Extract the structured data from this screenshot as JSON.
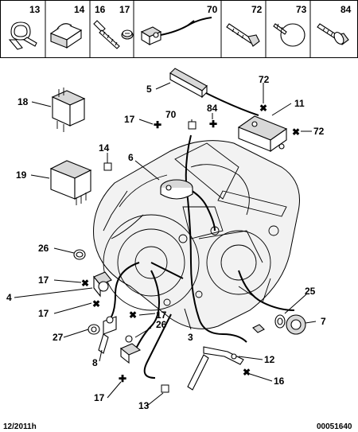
{
  "header_parts": [
    {
      "ref": "13",
      "icon": "clip-icon"
    },
    {
      "ref": "14",
      "icon": "bracket-clip-icon"
    },
    {
      "ref": "16",
      "icon": "flange-screw-icon"
    },
    {
      "ref": "17",
      "icon": "screw-icon"
    },
    {
      "ref": "70",
      "icon": "wiring-connector-icon"
    },
    {
      "ref": "72",
      "icon": "bolt-icon"
    },
    {
      "ref": "73",
      "icon": "push-rivet-icon"
    },
    {
      "ref": "84",
      "icon": "flange-bolt-icon"
    }
  ],
  "callouts": {
    "c5": "5",
    "c72a": "72",
    "c11": "11",
    "c72b": "72",
    "c18": "18",
    "c17a": "17",
    "c70": "70",
    "c84": "84",
    "c14a": "14",
    "c6": "6",
    "c19": "19",
    "c26a": "26",
    "c17b": "17",
    "c4": "4",
    "c17c": "17",
    "c17d": "17",
    "c26b": "26",
    "c27": "27",
    "c3": "3",
    "c25": "25",
    "c7": "7",
    "c8": "8",
    "c12": "12",
    "c16": "16",
    "c17e": "17",
    "c13": "13"
  },
  "footer": {
    "date": "12/2011h",
    "ref": "00051640"
  }
}
